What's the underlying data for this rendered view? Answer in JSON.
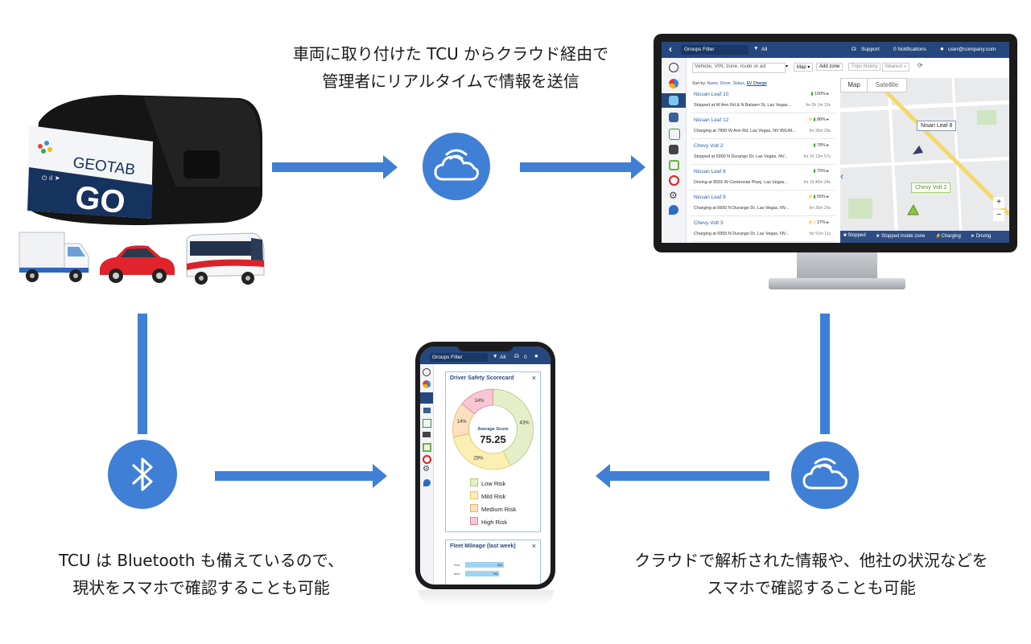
{
  "captions": {
    "top": [
      "車両に取り付けた TCU からクラウド経由で",
      "管理者にリアルタイムで情報を送信"
    ],
    "left": [
      "TCU は Bluetooth も備えているので、",
      "現状をスマホで確認することも可能"
    ],
    "right": [
      "クラウドで解析された情報や、他社の状況などを",
      "スマホで確認することも可能"
    ]
  },
  "device": {
    "brand": "GEOTAB",
    "model": "GO"
  },
  "vehicles": [
    "truck",
    "car",
    "bus"
  ],
  "colors": {
    "accent": "#3f7fd6",
    "header": "#25477e"
  },
  "desktop": {
    "filter_label": "Groups Filter",
    "filter_value": "All",
    "support": "Support",
    "notifications": "0 Notifications",
    "user": "user@company.com",
    "search_placeholder": "Vehicle, VIN, zone, route or ad",
    "btn_map": "Map",
    "btn_add_zone": "Add zone",
    "btn_trips": "Trips history",
    "btn_nearest": "Nearest",
    "sort_by": "Sort by:",
    "sort_options": [
      "Name,",
      "Driver,",
      "Status,",
      "EV Charge"
    ],
    "rows": [
      {
        "name": "Nissan Leaf 10",
        "status": "Stopped  at  W Ann Rd & N Balsam St, Las Vegas...",
        "pct": "100%",
        "time": "for 2h 1m 13s"
      },
      {
        "name": "Nissan Leaf 12",
        "status": "Charging  at  7890 W Ann Rd, Las Vegas, NV 89149...",
        "pct": "88%",
        "time": "for 35m 20s"
      },
      {
        "name": "Chevy Volt 2",
        "status": "Stopped  at  5900 N Durango Dr, Las Vegas, NV...",
        "pct": "78%",
        "time": "for 1h 12m 57s"
      },
      {
        "name": "Nissan Leaf 8",
        "status": "Driving  at  8555 W Centennial Pkwy, Las Vegas...",
        "pct": "75%",
        "time": "for 1h 45m 34s"
      },
      {
        "name": "Nissan Leaf 9",
        "status": "Charging  at  6650 N Durango Dr, Las Vegas, NV...",
        "pct": "55%",
        "time": "for 35m 20s"
      },
      {
        "name": "Chevy Volt 3",
        "status": "Charging  at  6955 N Durango Dr, Las Vegas, NV...",
        "pct": "27%",
        "time": "for 51m 11s"
      }
    ],
    "map_tabs": [
      "Map",
      "Satellite"
    ],
    "map_labels": [
      "Nisan Leaf 8",
      "Chevy Volt 2"
    ],
    "zoom": [
      "+",
      "−"
    ],
    "legend": [
      "Stopped",
      "Stopped inside zone",
      "Charging",
      "Driving"
    ]
  },
  "phone": {
    "filter_label": "Groups Filter",
    "filter_value": "All",
    "notif_count": "0",
    "card1_title": "Driver Safety Scorecard",
    "avg_label": "Average Score",
    "avg_value": "75.25",
    "close": "×",
    "card2_title": "Fleet Mileage (last week)",
    "mileage_rows": [
      {
        "day": "Sun",
        "value": "681"
      },
      {
        "day": "Mon",
        "value": "786"
      }
    ]
  },
  "chart_data": {
    "type": "pie",
    "categories": [
      "Low Risk",
      "Mild Risk",
      "Medium Risk",
      "High Risk"
    ],
    "values": [
      43,
      29,
      14,
      14
    ],
    "labels": [
      "43%",
      "29%",
      "14%",
      "14%"
    ],
    "colors": [
      "#e4efc9",
      "#fbefb4",
      "#fce0bf",
      "#f9c7d4"
    ],
    "stroke_colors": [
      "#a9c97a",
      "#e3c85c",
      "#e8b06a",
      "#dc7f9a"
    ],
    "title": "Driver Safety Scorecard",
    "legend_position": "bottom"
  }
}
